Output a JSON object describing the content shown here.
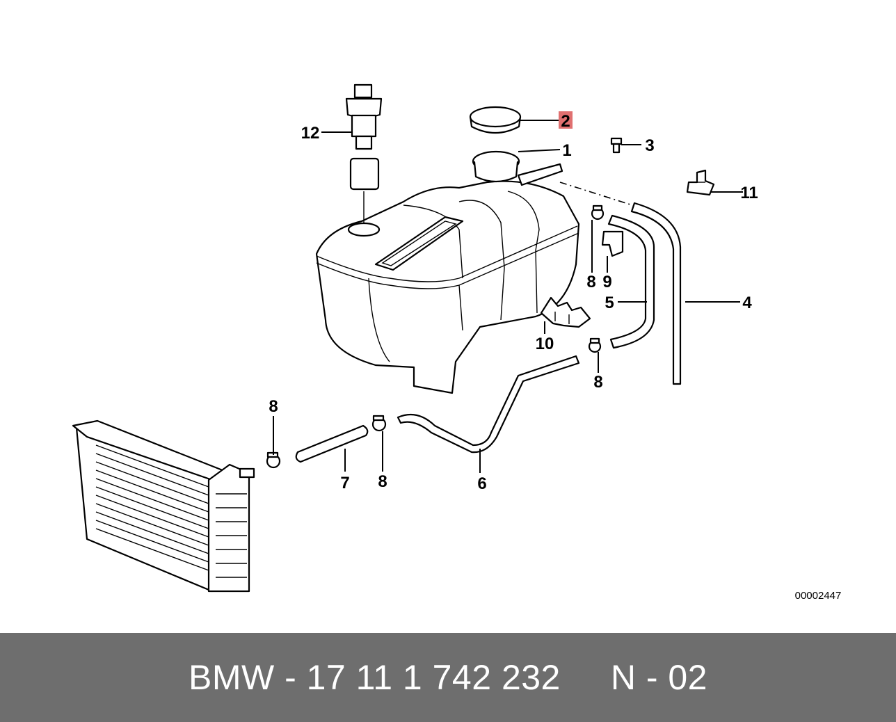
{
  "diagram": {
    "reference_number": "00002447",
    "callouts": [
      "1",
      "2",
      "3",
      "4",
      "5",
      "6",
      "7",
      "8",
      "8",
      "8",
      "8",
      "9",
      "10",
      "11",
      "12"
    ],
    "highlighted_callout": "2",
    "highlight_color": "#e07070"
  },
  "footer": {
    "text": "BMW - 17 11 1 742 232     N - 02",
    "background": "#6e6e6e"
  }
}
